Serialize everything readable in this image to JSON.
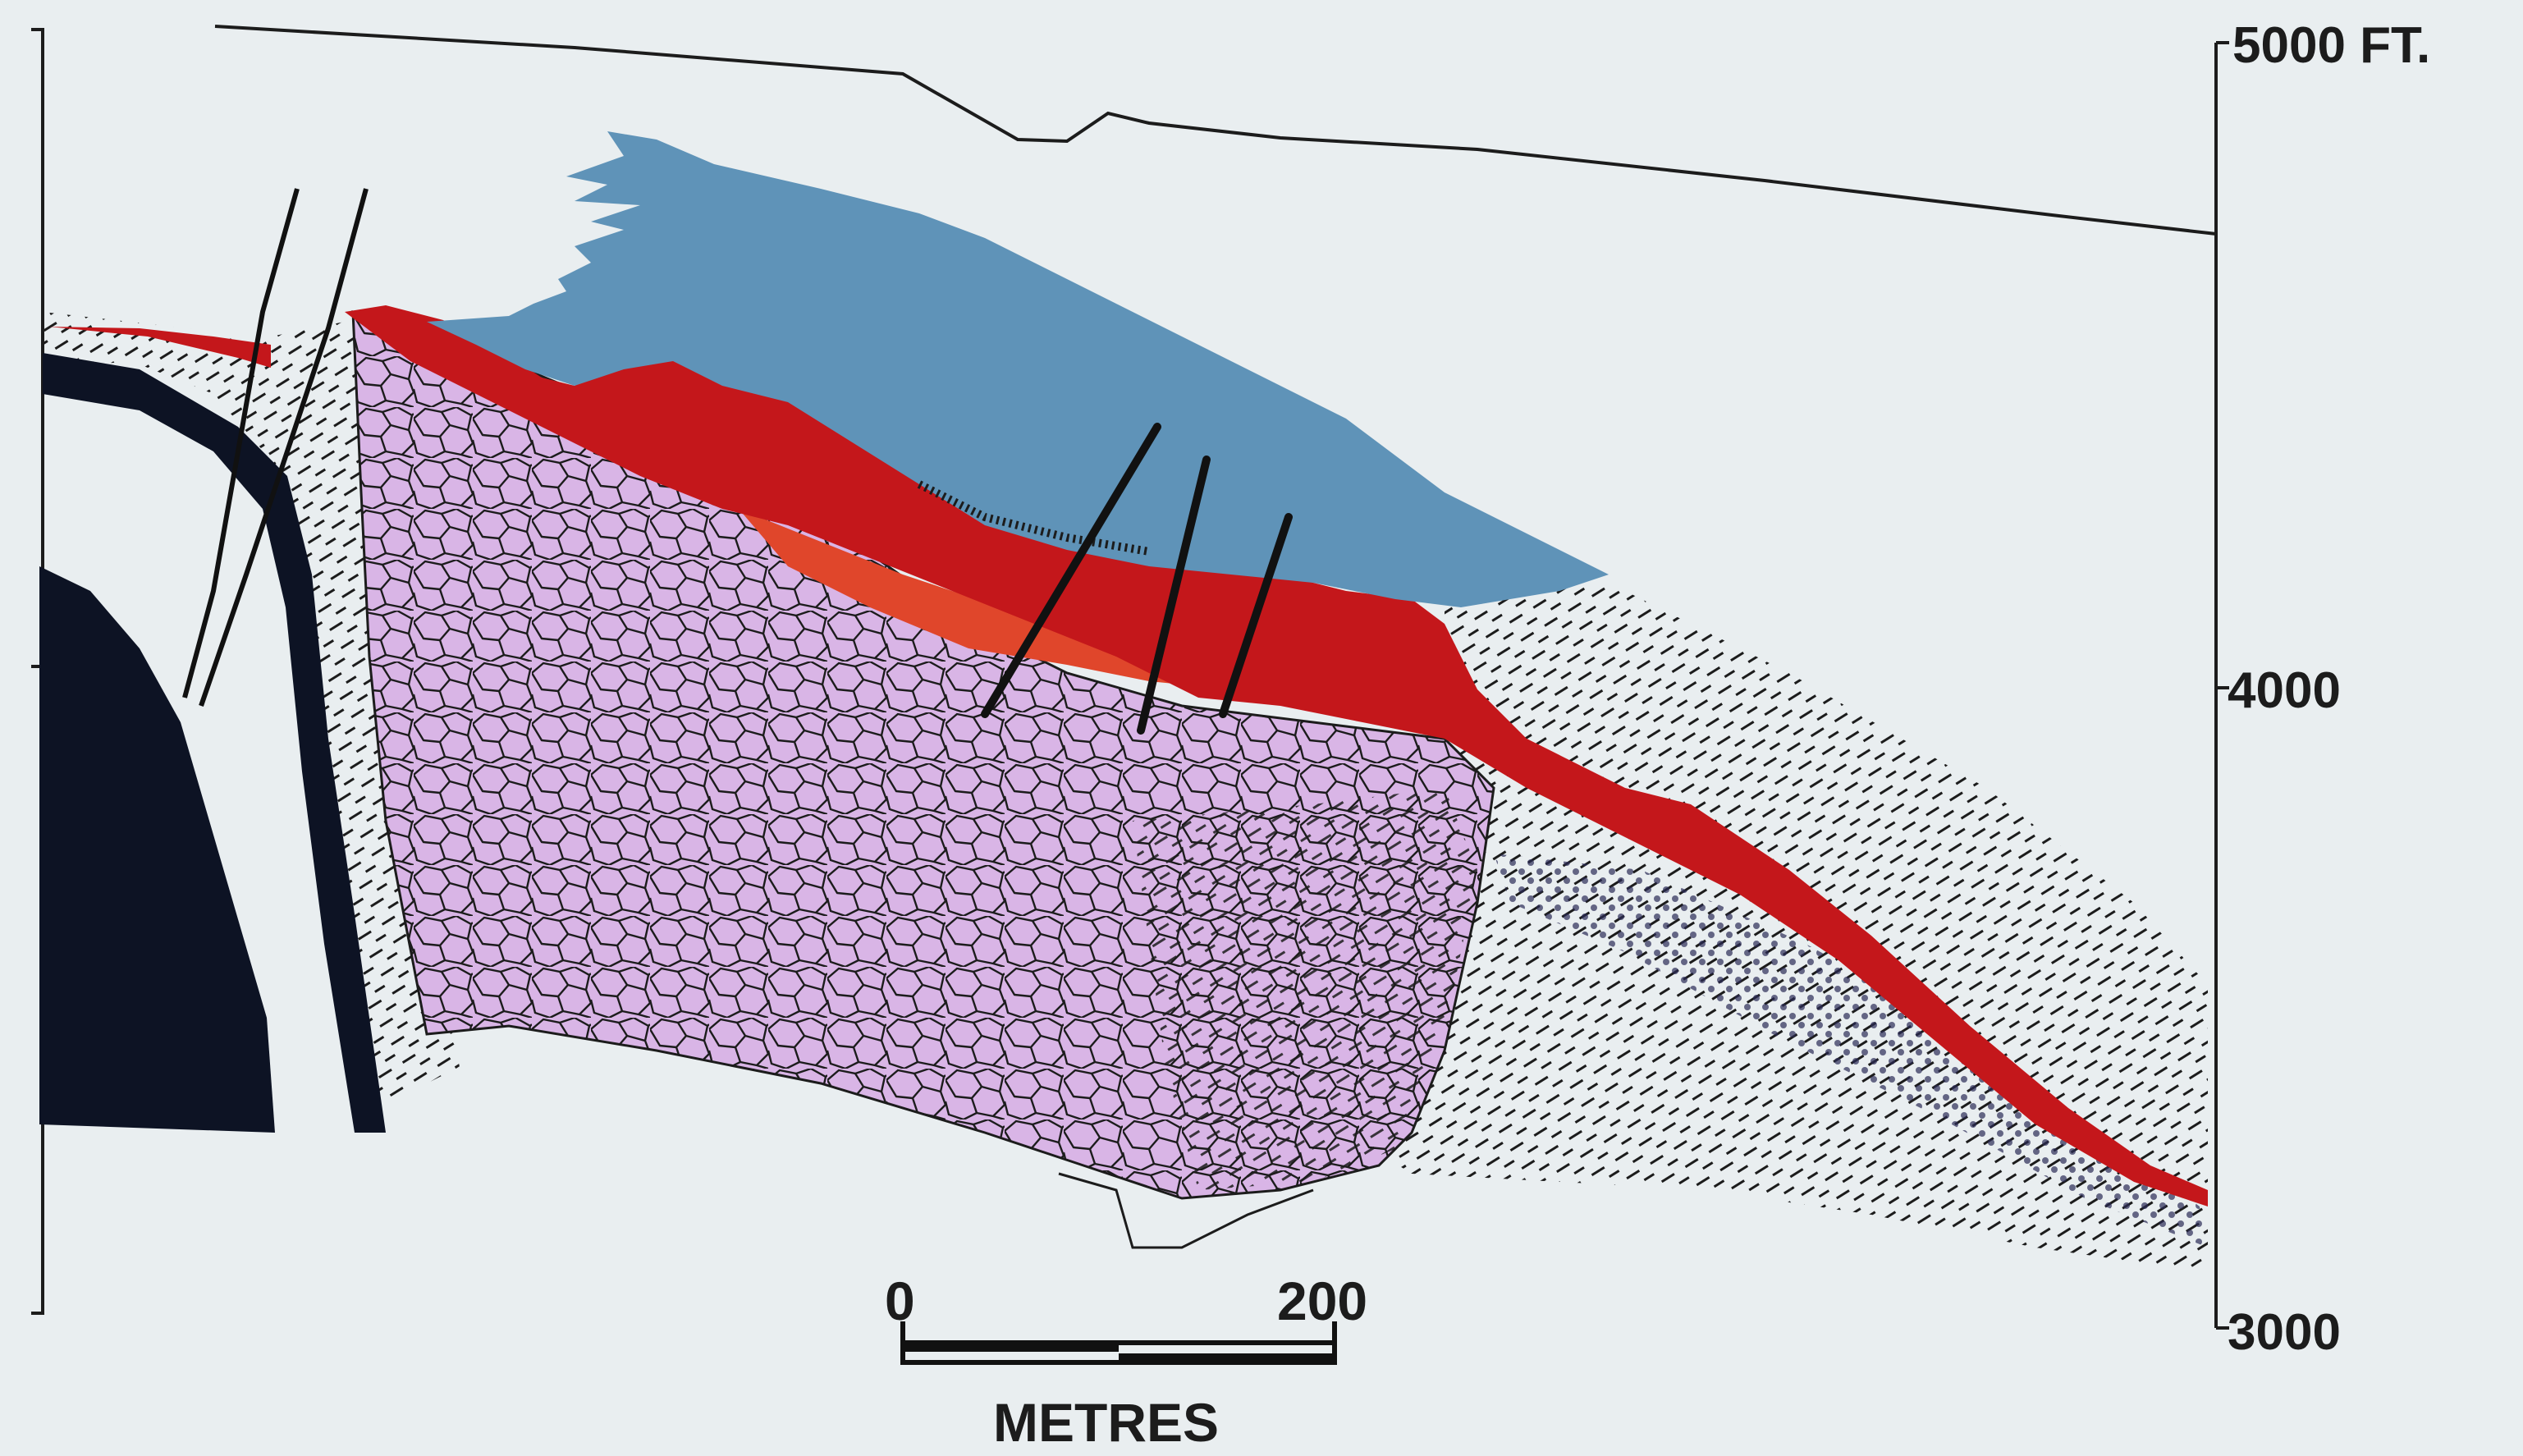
{
  "axis": {
    "top_label": "5000 FT.",
    "mid_label": "4000",
    "bottom_label": "3000"
  },
  "scale": {
    "start_label": "0",
    "end_label": "200",
    "unit_label": "METRES"
  },
  "colors": {
    "background": "#e9eef0",
    "blue_unit": "#5f93b8",
    "red_unit": "#c4171b",
    "orange_unit": "#e0462b",
    "purple_unit": "#d9b5e6",
    "dark_unit": "#0d1324",
    "ink": "#1c1c1c"
  }
}
